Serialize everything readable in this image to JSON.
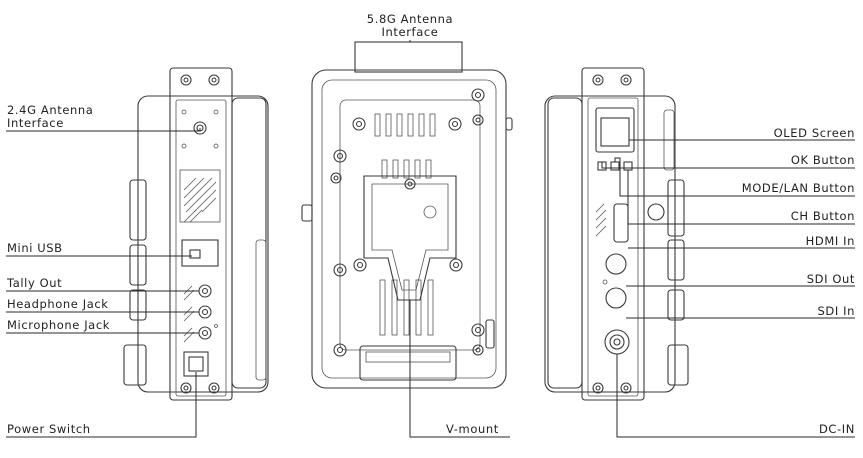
{
  "labels": {
    "antenna_58": [
      "5.8G Antenna",
      "Interface"
    ],
    "antenna_24": [
      "2.4G Antenna",
      "Interface"
    ],
    "mini_usb": "Mini USB",
    "tally_out": "Tally Out",
    "headphone_jack": "Headphone Jack",
    "microphone_jack": "Microphone Jack",
    "power_switch": "Power Switch",
    "v_mount": "V-mount",
    "oled_screen": "OLED Screen",
    "ok_button": "OK Button",
    "mode_lan_button": "MODE/LAN Button",
    "ch_button": "CH Button",
    "hdmi_in": "HDMI In",
    "sdi_out": "SDI Out",
    "sdi_in": "SDI In",
    "dc_in": "DC-IN"
  },
  "colors": {
    "line": "#2a2a2a",
    "text": "#222222"
  }
}
